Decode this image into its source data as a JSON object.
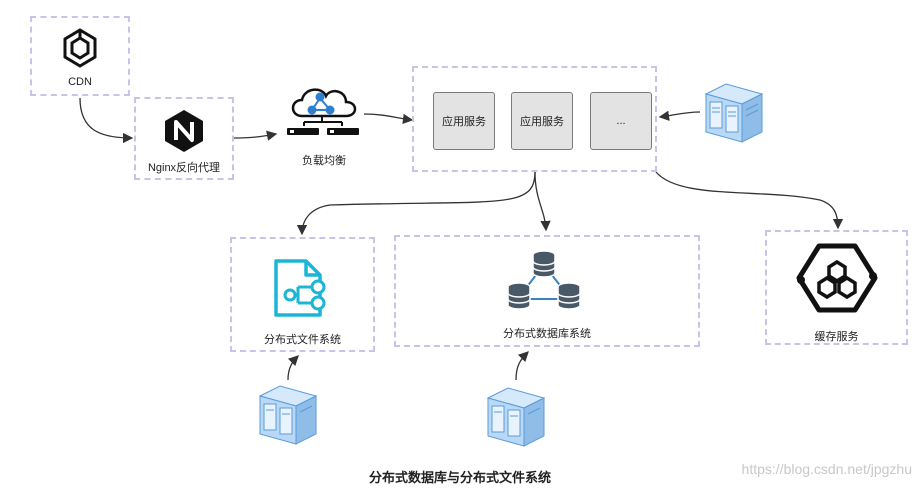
{
  "nodes": {
    "cdn": "CDN",
    "nginx": "Nginx反向代理",
    "load_balancer": "负载均衡",
    "app_services": [
      "应用服务",
      "应用服务",
      "..."
    ],
    "file_system": "分布式文件系统",
    "database": "分布式数据库系统",
    "cache": "缓存服务"
  },
  "caption": "分布式数据库与分布式文件系统",
  "watermark": "https://blog.csdn.net/jpgzhu",
  "colors": {
    "dashed_border": "#c9c3ea",
    "service_fill": "#e3e3e3",
    "file_icon": "#1cb5d6",
    "db_icon": "#4a5967",
    "db_link": "#3b82c4",
    "server_blue": "#b9d8f5",
    "lb_blue": "#2f7fd1"
  },
  "icons": [
    "cdn-icon",
    "nginx-icon",
    "load-balancer-icon",
    "server-rack-icon",
    "file-system-icon",
    "database-icon",
    "cache-icon"
  ]
}
